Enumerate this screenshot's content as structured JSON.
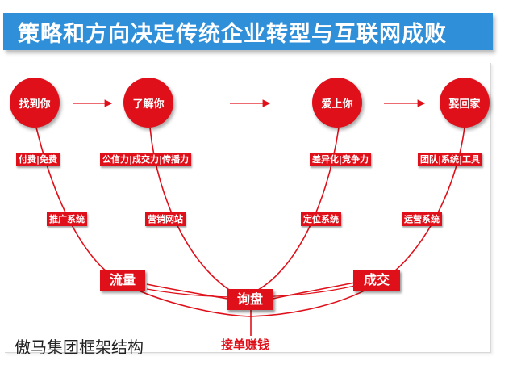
{
  "title": "策略和方向决定传统企业转型与互联网成败",
  "nodes": [
    "找到你",
    "了解你",
    "爱上你",
    "娶回家"
  ],
  "top_tags": [
    "付费|免费",
    "公信力|成交力|传播力",
    "差异化|竞争力",
    "团队|系统|工具"
  ],
  "mid_tags": [
    "推广系统",
    "营销网站",
    "定位系统",
    "运营系统"
  ],
  "hub_tags": {
    "left": "流量",
    "center": "询盘",
    "right": "成交"
  },
  "bottom_label": "接单赚钱",
  "caption": "傲马集团框架结构",
  "colors": {
    "accent": "#e0101a",
    "title_bar": "#2f8fd8"
  }
}
